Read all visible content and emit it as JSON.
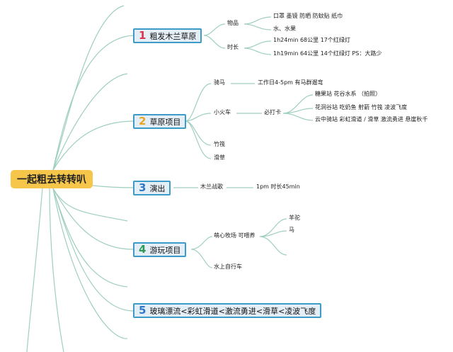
{
  "root": {
    "label": "一起粗去转转叭"
  },
  "branches": [
    {
      "num": "1",
      "num_color": "#e0324b",
      "label": "粗发木兰草原"
    },
    {
      "num": "2",
      "num_color": "#e8a623",
      "label": "草原项目"
    },
    {
      "num": "3",
      "num_color": "#2f78c8",
      "label": "演出"
    },
    {
      "num": "4",
      "num_color": "#2e9b58",
      "label": "游玩项目"
    },
    {
      "num": "5",
      "num_color": "#2f78c8",
      "label": "玻璃漂流<彩虹滑道<激流勇进<滑草<凌波飞度"
    }
  ],
  "b1": {
    "wupin": "物品",
    "item1": "口罩 墨镜 防晒 防蚊贴 纸巾",
    "item2": "水、水果",
    "shichang": "时长",
    "time1": "1h24min 68公里 17个红绿灯",
    "time2": "1h19min 64公里 14个红绿灯 PS：大路少"
  },
  "b2": {
    "qima": "骑马",
    "qima_note": "工作日4-5pm 有马群遛弯",
    "xiaohuoche": "小火车",
    "bidaka": "必打卡",
    "stop1": "糖果站 花谷水系 （拍照）",
    "stop2": "花洞谷站 吃奶鱼 射箭 竹筏 凌波飞度",
    "stop3": "云中骑站 彩虹滑道 / 滑草 激流勇进 悬崖秋千",
    "zhufa": "竹筏",
    "huacao": "滑草"
  },
  "b3": {
    "show": "木兰战歌",
    "show_note": "1pm 时长45min"
  },
  "b4": {
    "mengxin": "萌心牧场 可喂养",
    "yangtuo": "羊驼",
    "ma": "马",
    "shuishang": "水上自行车"
  },
  "colors": {
    "line": "#9fcfbf",
    "root_bg": "#f5c64a",
    "branch_border": "#3d9bc8",
    "branch_bg": "#e4eef6"
  }
}
